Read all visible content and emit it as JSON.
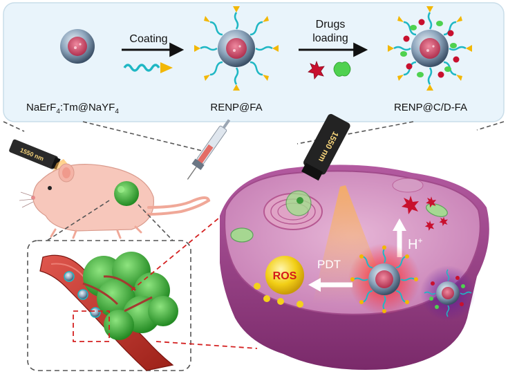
{
  "scheme": {
    "step1_label": "Coating",
    "step2_label_line1": "Drugs",
    "step2_label_line2": "loading",
    "np1_label_main": "NaErF",
    "np1_label_sub1": "4",
    "np1_label_mid": ":Tm@NaYF",
    "np1_label_sub2": "4",
    "np2_label": "RENP@FA",
    "np3_label": "RENP@C/D-FA"
  },
  "laser": {
    "small_label": "1550 nm",
    "large_label": "1550 nm"
  },
  "cell": {
    "ros_label": "ROS",
    "pdt_label": "PDT",
    "h_label": "H",
    "h_sup": "+"
  },
  "colors": {
    "panel_bg": "#e9f4fb",
    "panel_border": "#c9dde9",
    "cell_membrane": "#a04a8a",
    "cell_interior": "#d9a3c9",
    "tumor_green": "#37b437",
    "vessel_red": "#c0362e",
    "drug_red": "#c8102e",
    "drug_green": "#4fd14f",
    "ros_yellow": "#f4d21b",
    "arrow_black": "#111111"
  },
  "icons": [
    "nanoparticle-icon",
    "syringe-icon",
    "laser-device-icon",
    "mouse-icon",
    "tumor-icon",
    "blood-vessel-icon",
    "cell-icon",
    "nucleus-icon"
  ]
}
